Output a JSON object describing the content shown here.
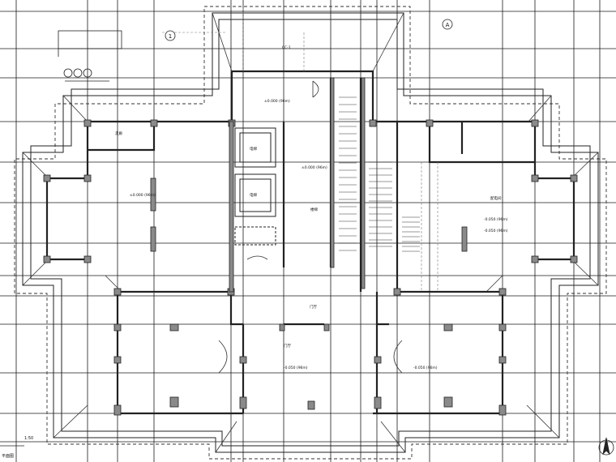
{
  "drawing": {
    "grid_color": "#1a1a1a",
    "wall_color": "#222222",
    "hatch_color": "#444444",
    "dim_color": "#7a7a7a",
    "room_labels": [
      {
        "id": "left-room-level",
        "text": "±0.000 (96m)"
      },
      {
        "id": "center-shaft-level",
        "text": "±0.000 (96m)"
      },
      {
        "id": "right-room-level",
        "text": "-0.050 (96m)"
      },
      {
        "id": "right-room-level-2",
        "text": "-0.050 (96m)"
      },
      {
        "id": "right-room-name",
        "text": "配电间"
      },
      {
        "id": "hall-level",
        "text": "-0.050 (96m)"
      },
      {
        "id": "hall-name",
        "text": "门厅"
      },
      {
        "id": "lobby-name",
        "text": "门厅"
      },
      {
        "id": "right-hall-level",
        "text": "-0.050 (96m)"
      },
      {
        "id": "corridor-label",
        "text": "走廊"
      },
      {
        "id": "elevator-1",
        "text": "电梯"
      },
      {
        "id": "elevator-2",
        "text": "电梯"
      },
      {
        "id": "stair-label",
        "text": "楼梯"
      },
      {
        "id": "section-mark",
        "text": "CC-1"
      },
      {
        "id": "top-level",
        "text": "±0.000 (96m)"
      }
    ],
    "grid_markers": [
      {
        "id": "grid-marker-a",
        "text": "1"
      },
      {
        "id": "grid-marker-b",
        "text": "A"
      }
    ],
    "scale_note": "1:50",
    "bottom_label": "平面图",
    "north_arrow": "north-arrow-icon"
  }
}
